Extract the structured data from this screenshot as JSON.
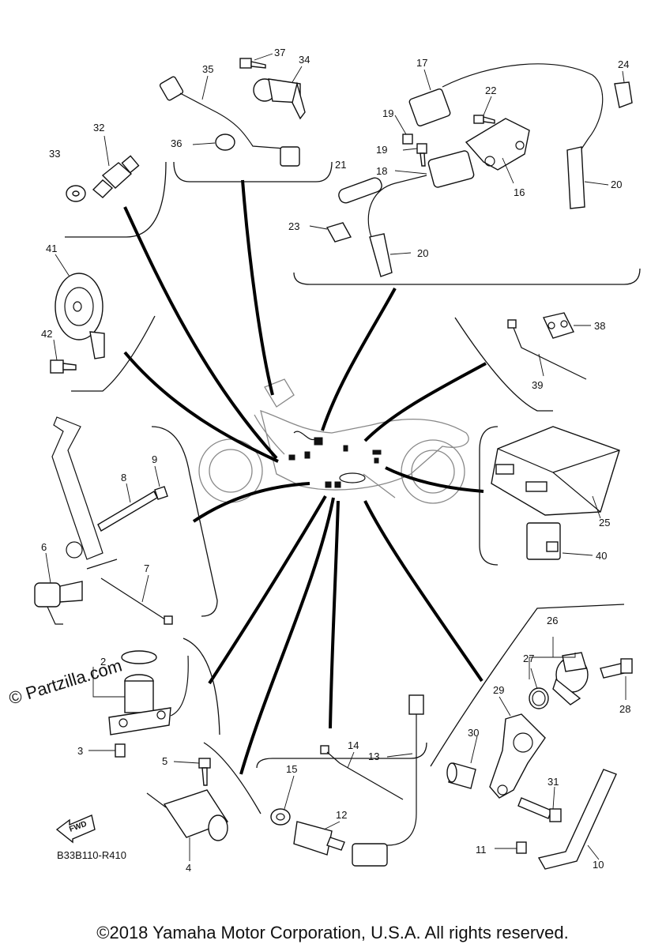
{
  "watermark": "© Partzilla.com",
  "diagram_code": "B33B110-R410",
  "fwd_label": "FWD",
  "copyright": "©2018 Yamaha Motor Corporation, U.S.A. All rights reserved.",
  "part_numbers": [
    "2",
    "3",
    "4",
    "5",
    "6",
    "7",
    "8",
    "9",
    "10",
    "11",
    "12",
    "13",
    "14",
    "15",
    "16",
    "17",
    "18",
    "19",
    "19",
    "20",
    "20",
    "21",
    "22",
    "23",
    "24",
    "25",
    "26",
    "27",
    "28",
    "29",
    "30",
    "31",
    "32",
    "33",
    "34",
    "35",
    "36",
    "37",
    "38",
    "39",
    "40",
    "41",
    "42"
  ]
}
